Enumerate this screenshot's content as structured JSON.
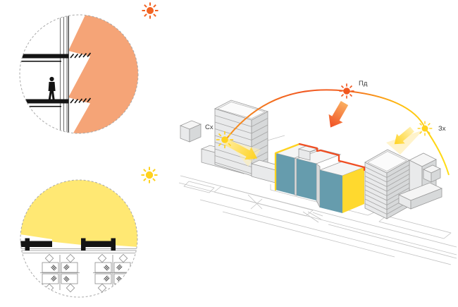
{
  "site": {
    "labels": {
      "south": "Пд",
      "east": "Сх",
      "west": "Зх"
    }
  },
  "colors": {
    "sun_orange": "#F26322",
    "sun_yellow": "#FFD21E",
    "light_salmon": "#F5A477",
    "light_yellow": "#FFE873",
    "building_teal": "#669CAD",
    "building_side_yellow": "#FFD92E",
    "outline_orange": "#F04E23",
    "building_gray": "#E9EAEB",
    "ground_line_gray": "#C2C2C2"
  },
  "icons": {
    "section_sun": "sun-icon-orange",
    "plan_sun": "sun-icon-yellow",
    "site_sun_south": "sun-icon-south",
    "site_sun_east": "sun-icon-east",
    "site_sun_west": "sun-icon-west"
  }
}
